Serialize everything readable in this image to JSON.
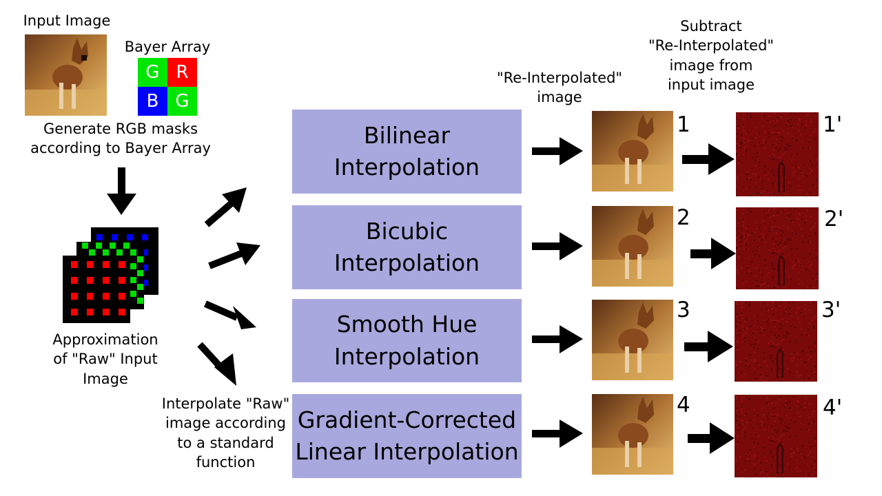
{
  "input_label": "Input Image",
  "bayer": {
    "title": "Bayer Array",
    "cells": [
      {
        "letter": "G",
        "color": "#00e600"
      },
      {
        "letter": "R",
        "color": "#ff0000"
      },
      {
        "letter": "B",
        "color": "#0000ff"
      },
      {
        "letter": "G",
        "color": "#00e600"
      }
    ]
  },
  "generate_label": "Generate RGB masks\naccording to Bayer Array",
  "approx_label": "Approximation\nof \"Raw\" Input\nImage",
  "interpolate_label": "Interpolate \"Raw\"\nimage according\nto a standard\nfunction",
  "reinterp_header": "\"Re-Interpolated\"\nimage",
  "subtract_header": "Subtract\n\"Re-Interpolated\"\nimage from\ninput image",
  "methods": [
    {
      "label": "Bilinear\nInterpolation",
      "num": "1",
      "num_prime": "1'"
    },
    {
      "label": "Bicubic\nInterpolation",
      "num": "2",
      "num_prime": "2'"
    },
    {
      "label": "Smooth Hue\nInterpolation",
      "num": "3",
      "num_prime": "3'"
    },
    {
      "label": "Gradient-Corrected\nLinear Interpolation",
      "num": "4",
      "num_prime": "4'"
    }
  ],
  "colors": {
    "method_box": "#a8a8de",
    "residual": "#7a0a0a",
    "arrow": "#000000"
  }
}
